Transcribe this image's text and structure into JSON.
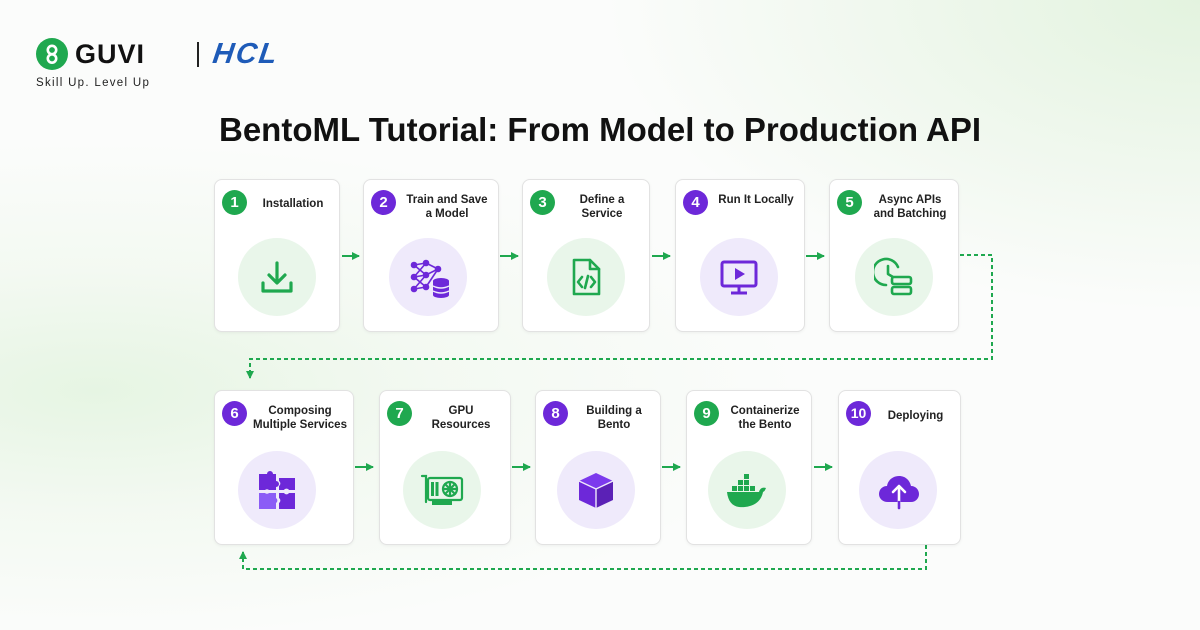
{
  "brand": {
    "name": "GUVI",
    "partner": "HCL",
    "tagline": "Skill Up. Level Up"
  },
  "title": "BentoML Tutorial: From Model to Production API",
  "colors": {
    "green": "#1fa84f",
    "purple": "#6d28d9",
    "card_border": "#e2e2e2"
  },
  "steps": [
    {
      "number": "1",
      "label": "Installation",
      "icon": "download-icon",
      "theme": "green"
    },
    {
      "number": "2",
      "label": "Train and Save a Model",
      "icon": "neural-network-database-icon",
      "theme": "purple"
    },
    {
      "number": "3",
      "label": "Define a Service",
      "icon": "code-file-icon",
      "theme": "green"
    },
    {
      "number": "4",
      "label": "Run It Locally",
      "icon": "monitor-play-icon",
      "theme": "purple"
    },
    {
      "number": "5",
      "label": "Async APIs and Batching",
      "icon": "clock-queue-icon",
      "theme": "green"
    },
    {
      "number": "6",
      "label": "Composing Multiple Services",
      "icon": "puzzle-icon",
      "theme": "purple"
    },
    {
      "number": "7",
      "label": "GPU Resources",
      "icon": "gpu-card-icon",
      "theme": "green"
    },
    {
      "number": "8",
      "label": "Building a Bento",
      "icon": "box-icon",
      "theme": "purple"
    },
    {
      "number": "9",
      "label": "Containerize the Bento",
      "icon": "docker-whale-icon",
      "theme": "green"
    },
    {
      "number": "10",
      "label": "Deploying",
      "icon": "cloud-upload-icon",
      "theme": "purple"
    }
  ]
}
